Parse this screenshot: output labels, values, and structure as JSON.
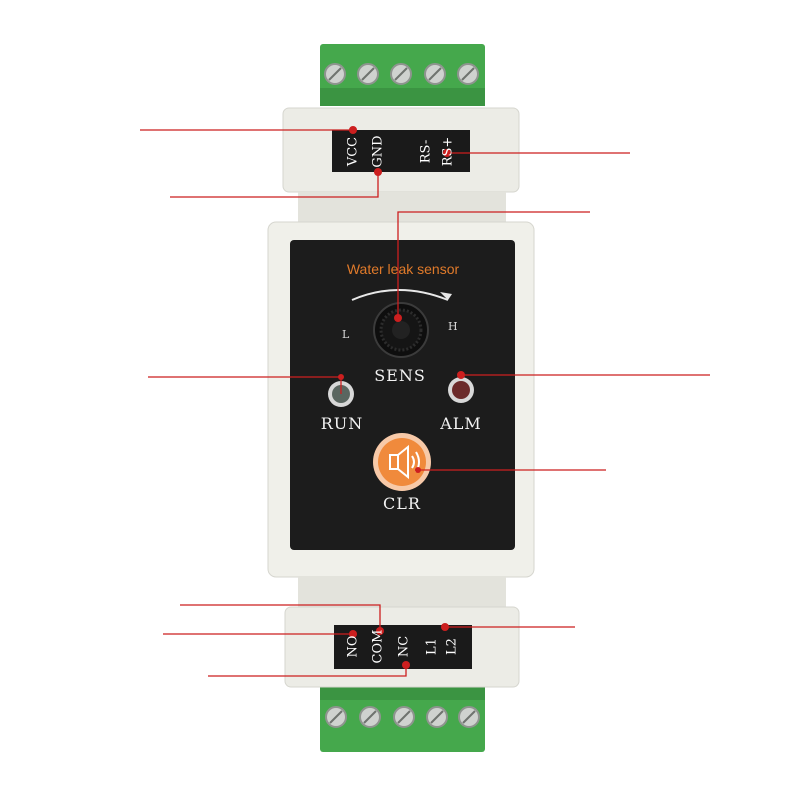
{
  "device": {
    "title": "Water leak sensor",
    "knob": {
      "low": "L",
      "high": "H",
      "label": "SENS"
    },
    "indicators": [
      {
        "label": "RUN",
        "color": "#5a6660"
      },
      {
        "label": "ALM",
        "color": "#6b2a2a"
      }
    ],
    "button": {
      "label": "CLR",
      "color": "#f08a3c"
    },
    "top_terminals": [
      "VCC",
      "GND",
      "RS-",
      "RS+"
    ],
    "bottom_terminals": [
      "NO",
      "COM",
      "NC",
      "L1",
      "L2"
    ]
  },
  "colors": {
    "terminal_green": "#45a84c",
    "housing": "#ecece6",
    "face": "#1c1c1c",
    "callout": "#cc1f1f"
  }
}
